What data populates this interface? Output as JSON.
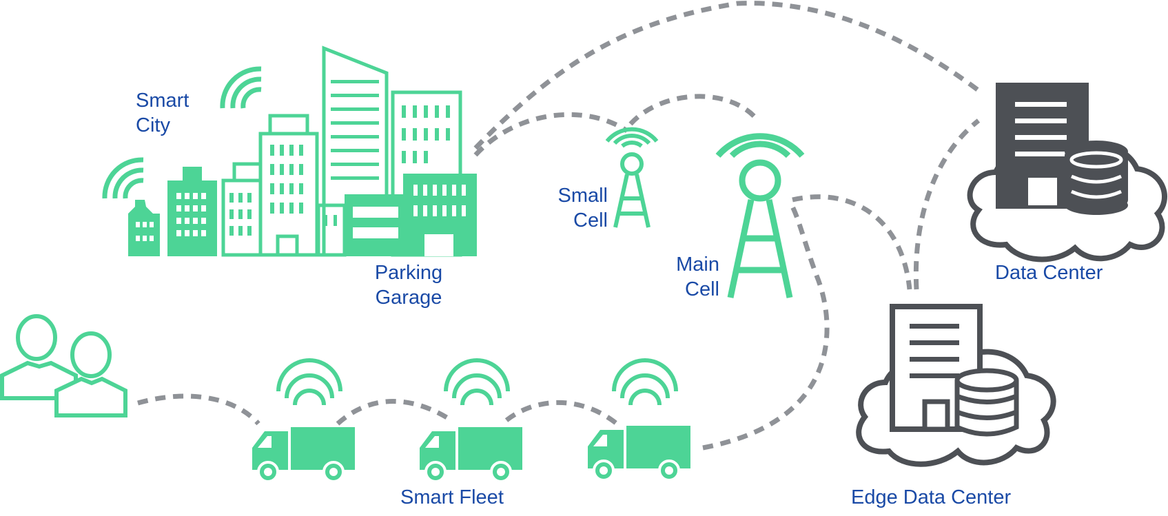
{
  "labels": {
    "smart_city": [
      "Smart",
      "City"
    ],
    "parking_garage": [
      "Parking",
      "Garage"
    ],
    "small_cell": [
      "Small",
      "Cell"
    ],
    "main_cell": [
      "Main",
      "Cell"
    ],
    "data_center": "Data Center",
    "edge_data_center": "Edge Data Center",
    "smart_fleet": "Smart Fleet"
  },
  "colors": {
    "green": "#4dd496",
    "blue": "#1a4aa6",
    "dark": "#4d5055",
    "link": "#8f9297"
  },
  "icons": [
    "wifi-icon",
    "building-icon",
    "cell-tower-icon",
    "server-icon",
    "database-icon",
    "cloud-icon",
    "user-icon",
    "truck-icon"
  ]
}
